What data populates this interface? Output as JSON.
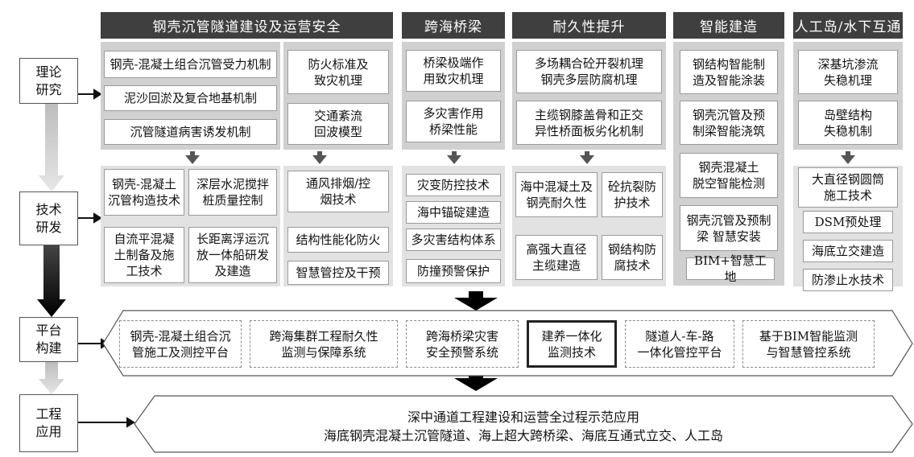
{
  "stage_labels": {
    "theory": "理论\n研究",
    "tech": "技术\n研发",
    "platform": "平台\n构建",
    "engineering": "工程\n应用"
  },
  "column_headers": {
    "tunnel": "钢壳沉管隧道建设及运营安全",
    "bridge": "跨海桥梁",
    "durability": "耐久性提升",
    "smart": "智能建造",
    "island": "人工岛/水下互通"
  },
  "theory": {
    "tunnel_a": [
      "钢壳-混凝土组合沉管受力机制",
      "泥沙回淤及复合地基机制",
      "沉管隧道病害诱发机制"
    ],
    "tunnel_b": [
      "防火标准及\n致灾机理",
      "交通紊流\n回波模型"
    ],
    "bridge": [
      "桥梁极端作\n用致灾机理",
      "多灾害作用\n桥梁性能"
    ],
    "durability": [
      "多场耦合砼开裂机理\n钢壳多层防腐机理",
      "主缆钢膝盖骨和正交\n异性桥面板劣化机制"
    ],
    "smart": [
      "钢结构智能制\n造及智能涂装",
      "钢壳沉管及预\n制梁智能浇筑",
      "钢壳混凝土\n脱空智能检测",
      "钢壳沉管及预制\n梁 智慧安装",
      "BIM+智慧工地"
    ],
    "island": [
      "深基坑渗流\n失稳机理",
      "岛壁结构\n失稳机制"
    ]
  },
  "tech": {
    "tunnel_a": [
      "钢壳-混凝土\n沉管构造技术",
      "深层水泥搅拌\n桩质量控制",
      "自流平混凝\n土制备及施\n工技术",
      "长距离浮运沉\n放一体船研发\n及建造"
    ],
    "tunnel_b": [
      "通风排烟/控\n烟技术",
      "结构性能化防火",
      "智慧管控及干预"
    ],
    "bridge": [
      "灾变防控技术",
      "海中锚碇建造",
      "多灾害结构体系",
      "防撞预警保护"
    ],
    "durability": [
      "海中混凝土及\n钢壳耐久性",
      "砼抗裂防\n护技术",
      "高强大直径\n主缆建造",
      "钢结构防\n腐技术"
    ],
    "island": [
      "大直径钢圆筒\n施工技术",
      "DSM预处理",
      "海底立交建造",
      "防渗止水技术"
    ]
  },
  "platform": [
    "钢壳-混凝土组合沉\n管施工及测控平台",
    "跨海集群工程耐久性\n监测与保障系统",
    "跨海桥梁灾害\n安全预警系统",
    "建养一体化\n监测技术",
    "隧道人-车-路\n一体化管控平台",
    "基于BIM智能监测\n与智慧管控系统"
  ],
  "engineering": {
    "line1": "深中通道工程建设和运营全过程示范应用",
    "line2": "海底钢壳混凝土沉管隧道、海上超大跨桥梁、海底互通式立交、人工岛"
  }
}
